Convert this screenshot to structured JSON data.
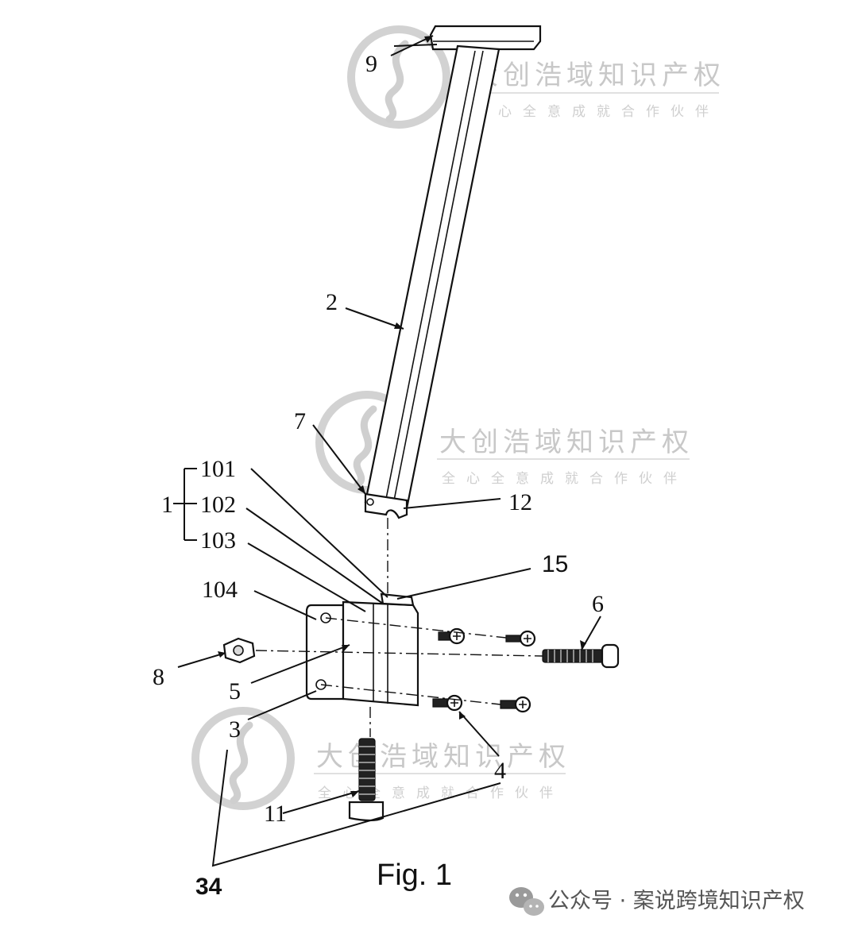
{
  "figure": {
    "caption": "Fig. 1",
    "labels": {
      "l9": "9",
      "l2": "2",
      "l7": "7",
      "l12": "12",
      "l1": "1",
      "l101": "101",
      "l102": "102",
      "l103": "103",
      "l15": "15",
      "l104": "104",
      "l6": "6",
      "l8": "8",
      "l5": "5",
      "l3": "3",
      "l4": "4",
      "l11": "11",
      "l34": "34"
    }
  },
  "watermark": {
    "title": "大创浩域知识产权",
    "subtitle": "全心全意成就合作伙伴"
  },
  "footer": {
    "text": "公众号 · 案说跨境知识产权",
    "icon": "wechat-icon"
  }
}
